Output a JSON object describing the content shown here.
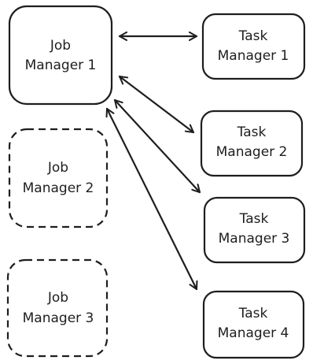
{
  "nodes": [
    {
      "id": "jm1",
      "lines": [
        "Job",
        "Manager 1"
      ],
      "style": "solid"
    },
    {
      "id": "jm2",
      "lines": [
        "Job",
        "Manager 2"
      ],
      "style": "dashed"
    },
    {
      "id": "jm3",
      "lines": [
        "Job",
        "Manager 3"
      ],
      "style": "dashed"
    },
    {
      "id": "tm1",
      "lines": [
        "Task",
        "Manager 1"
      ],
      "style": "solid"
    },
    {
      "id": "tm2",
      "lines": [
        "Task",
        "Manager 2"
      ],
      "style": "solid"
    },
    {
      "id": "tm3",
      "lines": [
        "Task",
        "Manager 3"
      ],
      "style": "solid"
    },
    {
      "id": "tm4",
      "lines": [
        "Task",
        "Manager 4"
      ],
      "style": "solid"
    }
  ],
  "edges": [
    {
      "from": "jm1",
      "to": "tm1",
      "direction": "both"
    },
    {
      "from": "jm1",
      "to": "tm2",
      "direction": "both"
    },
    {
      "from": "jm1",
      "to": "tm3",
      "direction": "both"
    },
    {
      "from": "jm1",
      "to": "tm4",
      "direction": "both"
    }
  ],
  "colors": {
    "stroke": "#1e1e1e",
    "background": "#ffffff"
  }
}
